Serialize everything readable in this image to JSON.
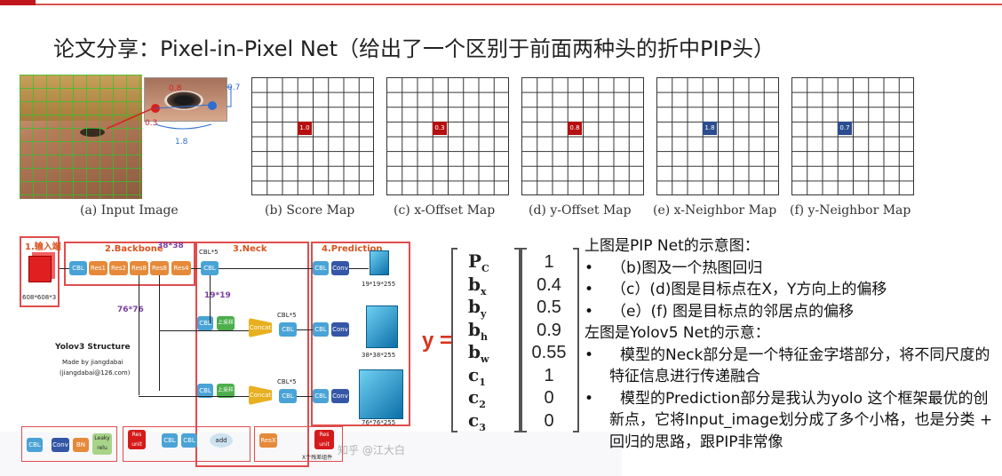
{
  "slide": {
    "title": "论文分享：Pixel-in-Pixel Net（给出了一个区别于前面两种头的折中PIP头）",
    "accent": "#c0161c"
  },
  "figure_top": {
    "input_labels": {
      "a": "0.8",
      "b": "0.3",
      "c": "0.7",
      "d": "1.8"
    },
    "captions": [
      "(a) Input Image",
      "(b) Score Map",
      "(c) x-Offset Map",
      "(d) y-Offset Map",
      "(e) x-Neighbor Map",
      "(f) y-Neighbor Map"
    ],
    "maps": [
      {
        "value": "1.0",
        "color": "#b50f0f"
      },
      {
        "value": "0.3",
        "color": "#b50f0f"
      },
      {
        "value": "0.8",
        "color": "#b50f0f"
      },
      {
        "value": "1.8",
        "color": "#2b4d8f"
      },
      {
        "value": "0.7",
        "color": "#2b4d8f"
      }
    ]
  },
  "yolo": {
    "sec1": "1.输入端",
    "sec2": "2.Backbone",
    "sec3": "3.Neck",
    "sec4": "4.Prediction",
    "input_size": "608*608*3",
    "dim_38": "38*38",
    "dim_19": "19*19",
    "dim_76": "76*76",
    "cbl5": "CBL*5",
    "title": "Yolov3 Structure",
    "made_by": "Made by jiangdabai",
    "email": "(jiangdabai@126.com)",
    "out1": "19*19*255",
    "out2": "38*38*255",
    "out3": "76*76*255",
    "blocks": {
      "cbl": "CBL",
      "res1": "Res1",
      "res2": "Res2",
      "res8": "Res8",
      "res4": "Res4",
      "conv": "Conv",
      "up": "上采样",
      "concat": "Concat",
      "bn": "BN",
      "leaky": "Leaky relu",
      "resunit": "Res unit",
      "add": "add",
      "resx": "ResX",
      "xnote": "X个残差组件"
    }
  },
  "vector": {
    "y_label": "y =",
    "rows": [
      {
        "sym": "P",
        "sub": "C",
        "val": "1"
      },
      {
        "sym": "b",
        "sub": "x",
        "val": "0.4"
      },
      {
        "sym": "b",
        "sub": "y",
        "val": "0.5"
      },
      {
        "sym": "b",
        "sub": "h",
        "val": "0.9"
      },
      {
        "sym": "b",
        "sub": "w",
        "val": "0.55"
      },
      {
        "sym": "c",
        "sub": "1",
        "val": "1"
      },
      {
        "sym": "c",
        "sub": "2",
        "val": "0"
      },
      {
        "sym": "c",
        "sub": "3",
        "val": "0"
      }
    ]
  },
  "notes": {
    "h1": "上图是PIP Net的示意图：",
    "b1": "（b)图及一个热图回归",
    "b2": "（c）(d)图是目标点在X，Y方向上的偏移",
    "b3": "（e）(f) 图是目标点的邻居点的偏移",
    "h2": "左图是Yolov5 Net的示意：",
    "b4": "模型的Neck部分是一个特征金字塔部分，将不同尺度的特征信息进行传递融合",
    "b5": "模型的Prediction部分是我认为yolo 这个框架最优的创新点，它将Input_image划分成了多个小格，也是分类 + 回归的思路，跟PIP非常像",
    "bullet": "•"
  },
  "watermark": "知乎 @江大白"
}
